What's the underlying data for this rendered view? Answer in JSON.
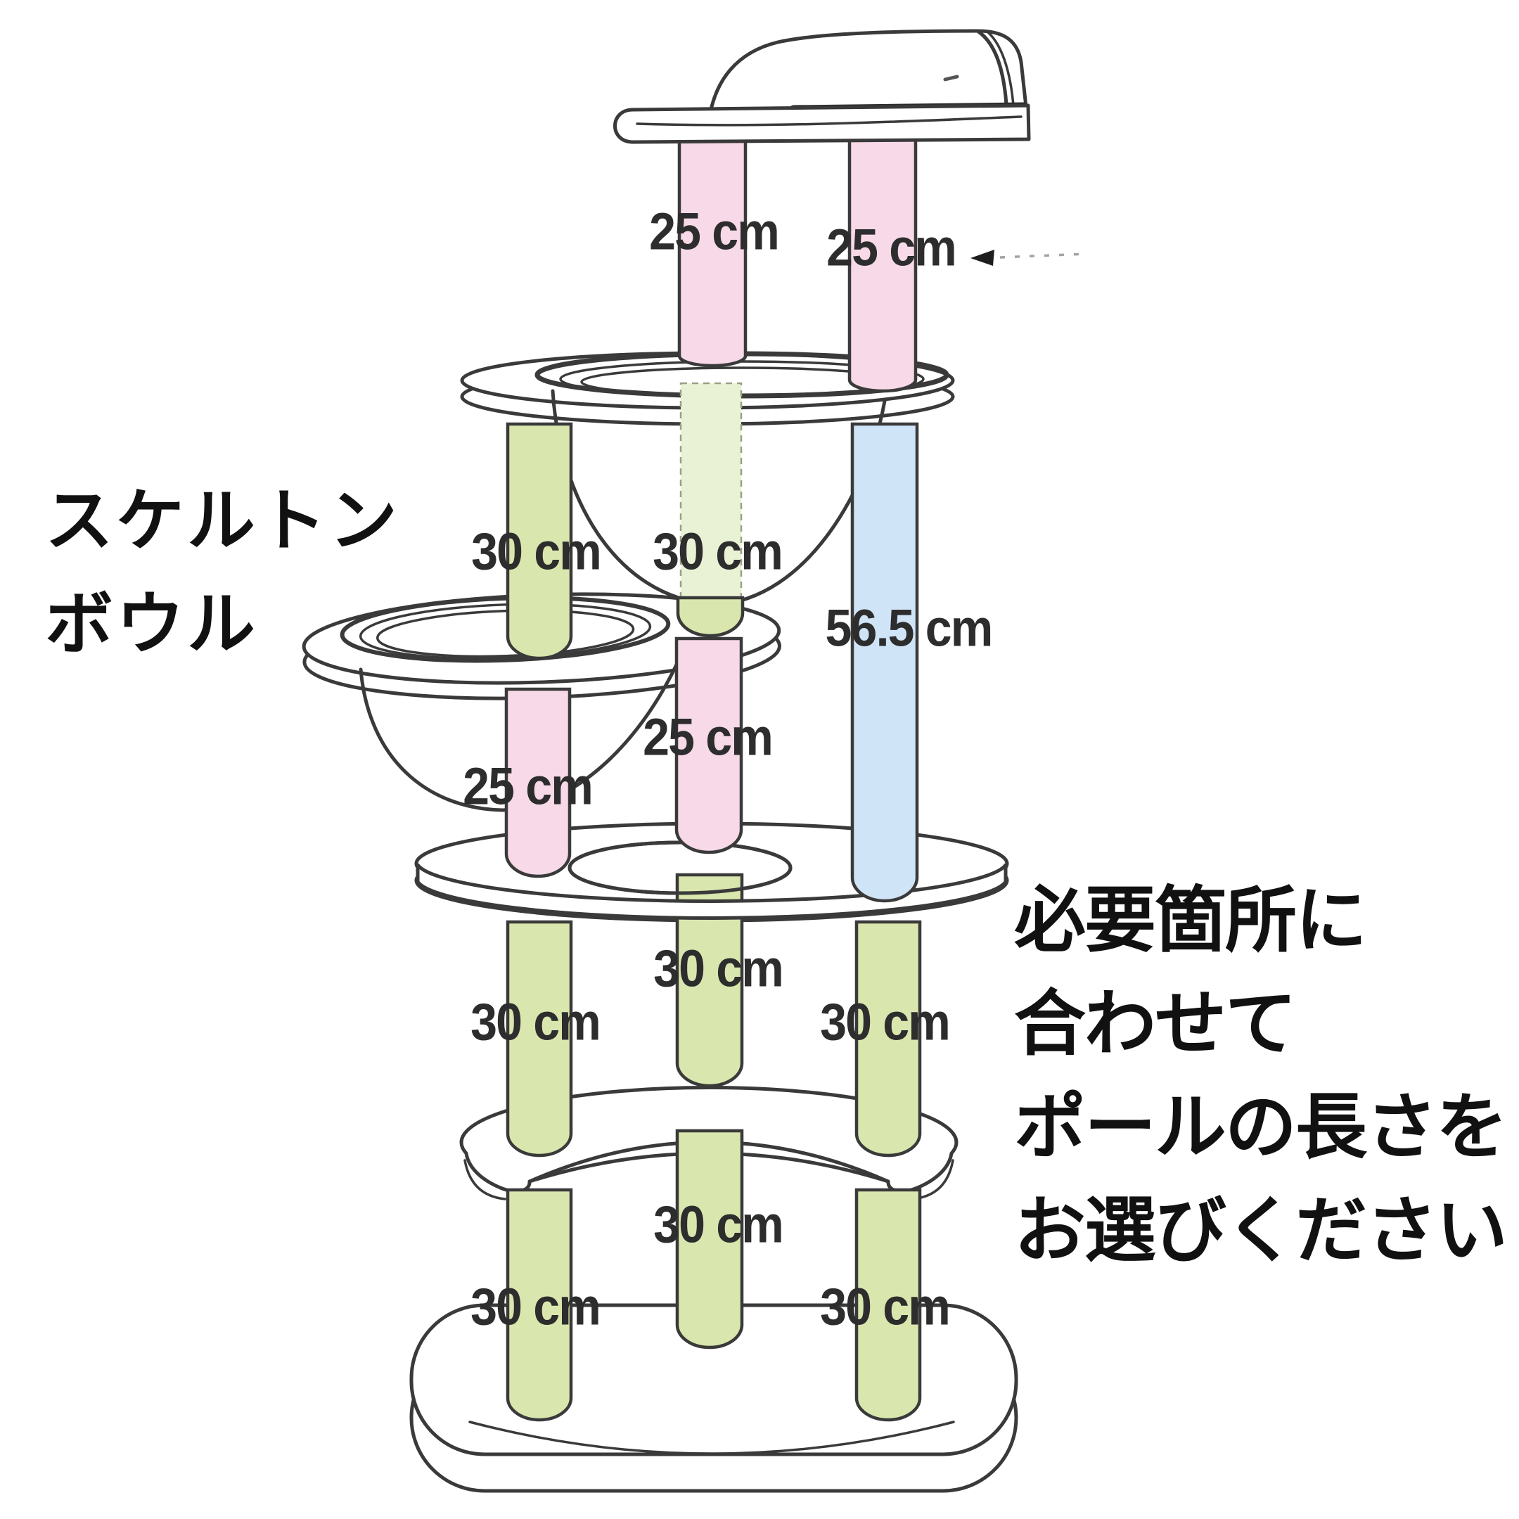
{
  "diagram": {
    "left_caption": {
      "line1": "スケルトン",
      "line2": "ボウル"
    },
    "right_caption": {
      "line1": "必要箇所に",
      "line2": "合わせて",
      "line3": "ポールの長さを",
      "line4": "お選びください"
    },
    "measurements": {
      "top_mid": "25 cm",
      "top_right": "25 cm",
      "upper_left": "30 cm",
      "upper_mid": "30 cm",
      "blue_pole": "56.5 cm",
      "bowl_left": "25 cm",
      "mid_center": "25 cm",
      "lower_left": "30 cm",
      "lower_mid": "30 cm",
      "lower_right": "30 cm",
      "bottom_left": "30 cm",
      "bottom_mid": "30 cm",
      "bottom_right": "30 cm"
    },
    "colors": {
      "pole_pink": "#f7d9e7",
      "pole_green": "#d9e7ae",
      "pole_green_glass": "#eaf2d6",
      "pole_blue": "#cfe4f7",
      "outline": "#3a3a3a",
      "label_text": "#2d2d2d"
    },
    "icons": {
      "pointer": "left-arrow-with-dashed-line"
    }
  }
}
